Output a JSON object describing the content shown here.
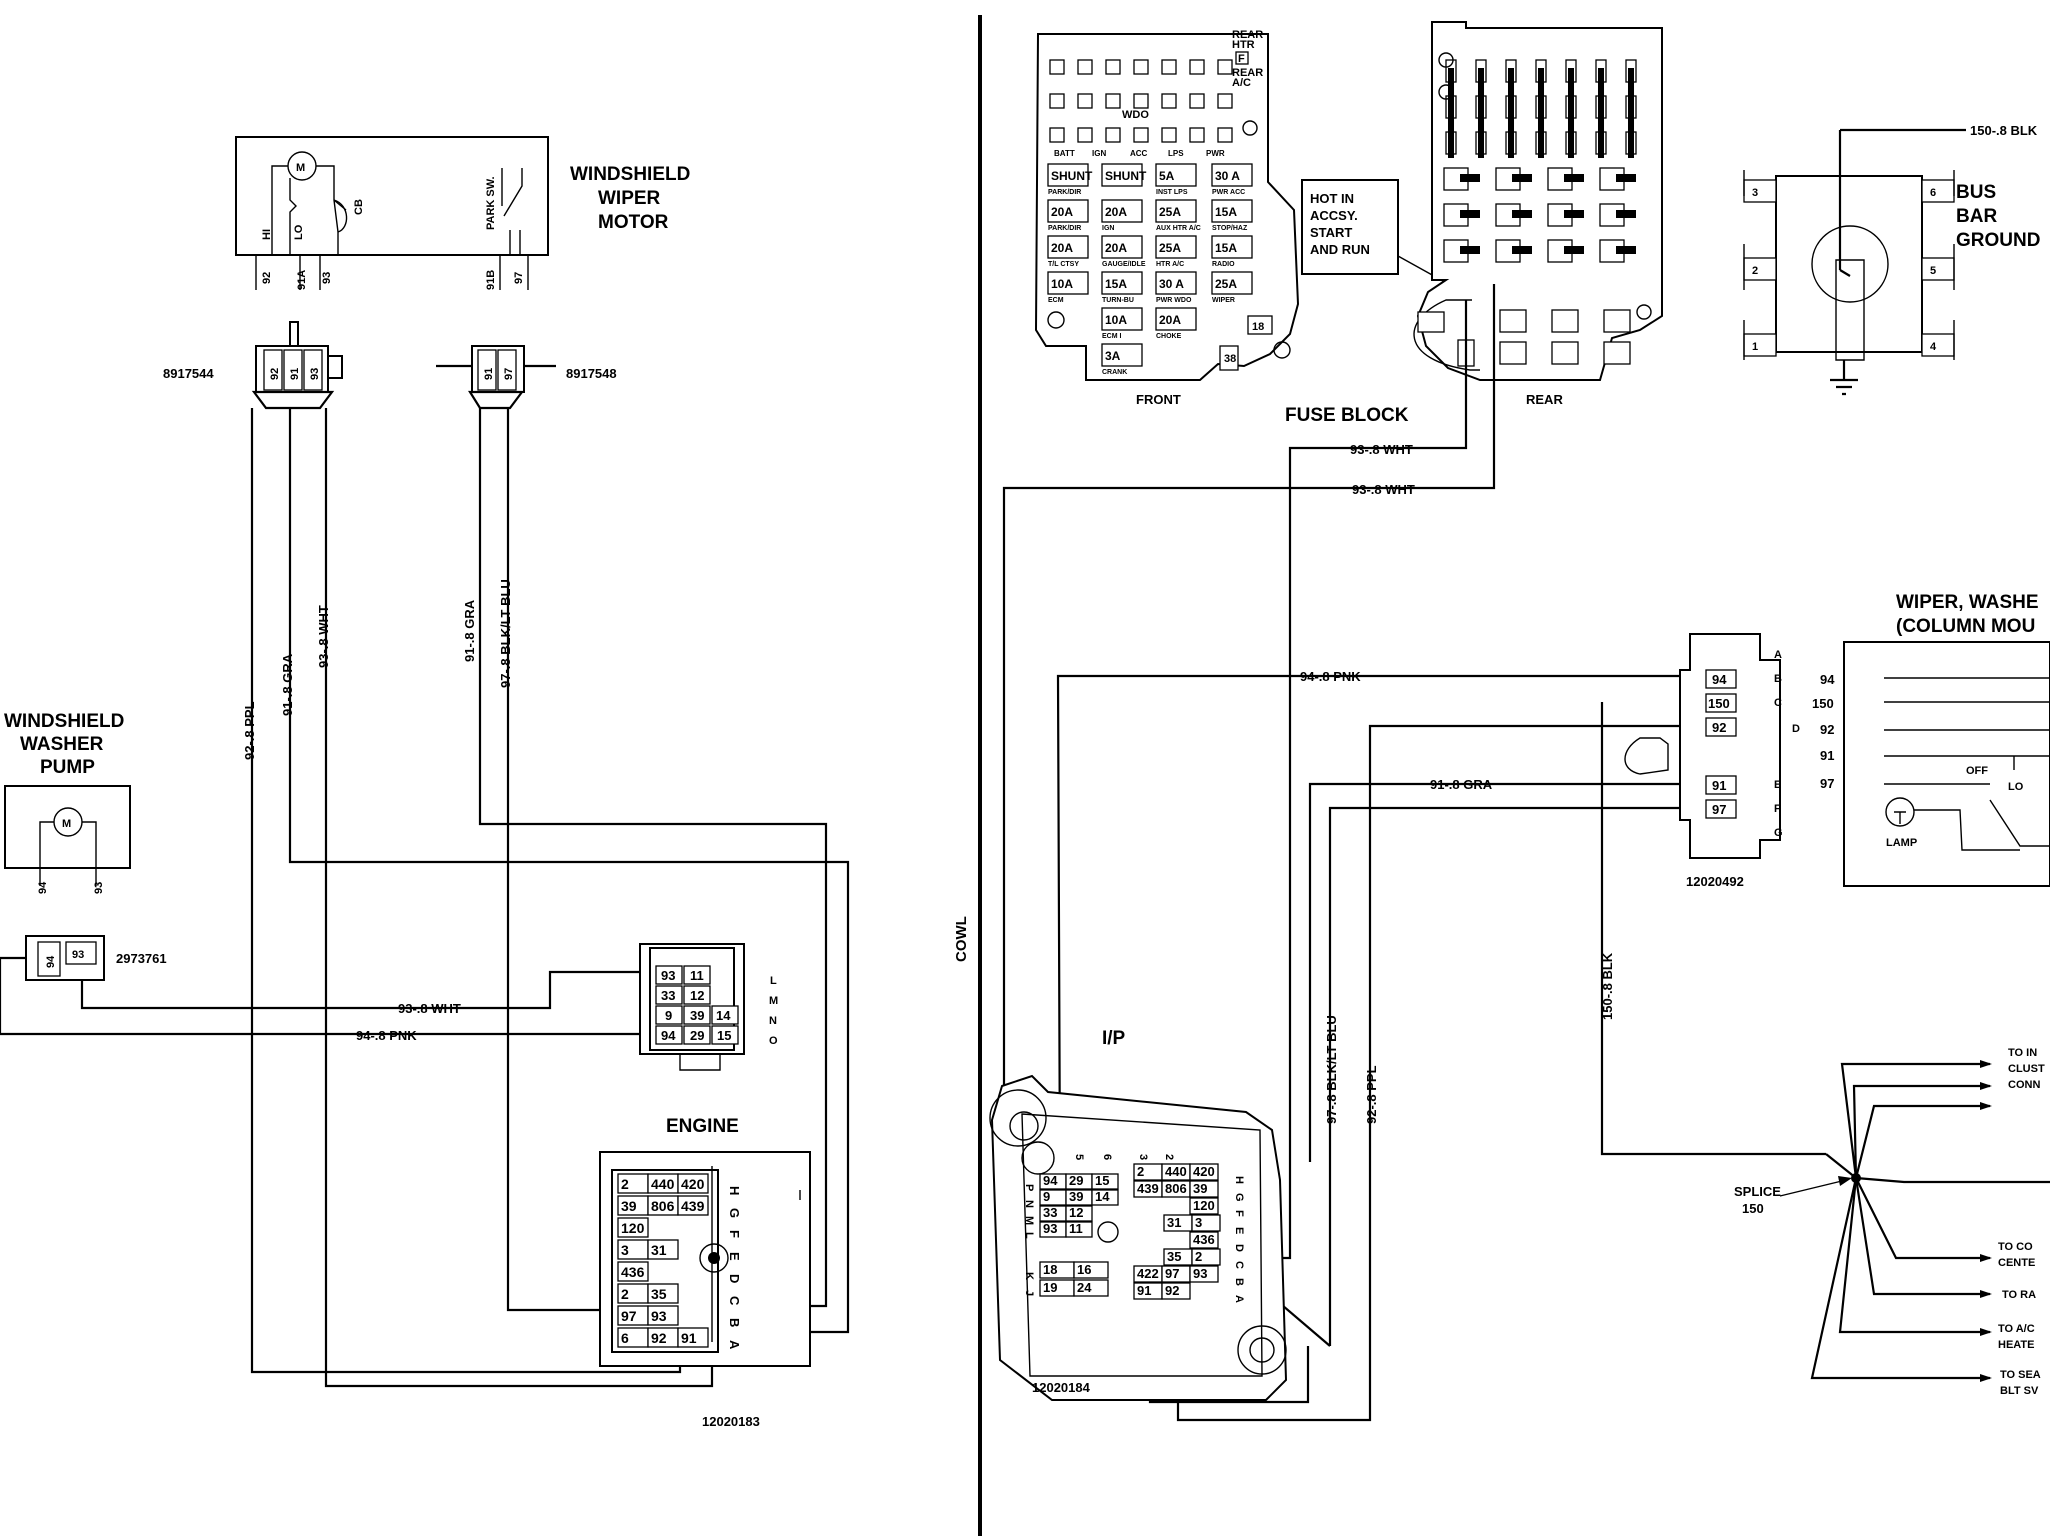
{
  "left": {
    "wiper_motor": {
      "title": [
        "WINDSHIELD",
        "WIPER",
        "MOTOR"
      ],
      "motor": "M",
      "cb": "CB",
      "hi": "HI",
      "lo": "LO",
      "park_sw": "PARK SW.",
      "pins": [
        "92",
        "91A",
        "93",
        "91B",
        "97"
      ]
    },
    "washer_pump": {
      "title": [
        "WINDSHIELD",
        "WASHER",
        "PUMP"
      ],
      "motor": "M",
      "pins": [
        "94",
        "93"
      ]
    },
    "connectors": {
      "c1": {
        "part": "8917544",
        "pins": [
          "92",
          "91",
          "93"
        ]
      },
      "c2": {
        "part": "8917548",
        "pins": [
          "91",
          "97"
        ]
      },
      "c3": {
        "part": "2973761",
        "pins": [
          "94",
          "93"
        ]
      }
    },
    "wires": {
      "w92": "92-.8 PPL",
      "w91": "91-.8 GRA",
      "w93": "93-.8 WHT",
      "w91b": "91-.8 GRA",
      "w97": "97-.8 BLK/LT BLU",
      "w93h": "93-.8 WHT",
      "w94h": "94-.8 PNK"
    },
    "small_connector": {
      "rows": [
        [
          "93",
          "11"
        ],
        [
          "33",
          "12"
        ],
        [
          "9",
          "39",
          "14"
        ],
        [
          "94",
          "29",
          "15"
        ]
      ],
      "letters": [
        "L",
        "M",
        "N",
        "O"
      ]
    },
    "engine": {
      "label": "ENGINE",
      "part": "12020183",
      "rows": [
        [
          "2",
          "440",
          "420"
        ],
        [
          "39",
          "806",
          "439"
        ],
        [
          "120"
        ],
        [
          "3",
          "31"
        ],
        [
          "436"
        ],
        [
          "2",
          "35"
        ],
        [
          "97",
          "93"
        ],
        [
          "6",
          "92",
          "91"
        ]
      ],
      "letters": [
        "H",
        "G",
        "F",
        "E",
        "D",
        "C",
        "B",
        "A"
      ]
    }
  },
  "divider": {
    "label": "COWL"
  },
  "right": {
    "fuse_block": {
      "label": "FUSE BLOCK",
      "front": "FRONT",
      "rear": "REAR",
      "top_right": [
        "REAR",
        "HTR",
        "F",
        "REAR",
        "A/C"
      ],
      "wdo": "WDO",
      "small_top_labels": [
        "BATT",
        "IGN",
        "ACC",
        "LPS",
        "PWR"
      ],
      "fuses": [
        {
          "v": "SHUNT",
          "lbl": "PARK/DIR"
        },
        {
          "v": "SHUNT",
          "lbl": ""
        },
        {
          "v": "5A",
          "lbl": "INST LPS"
        },
        {
          "v": "30 A",
          "lbl": "PWR ACC"
        },
        {
          "v": "20A",
          "lbl": "PARK/DIR"
        },
        {
          "v": "20A",
          "lbl": "IGN"
        },
        {
          "v": "25A",
          "lbl": "AUX HTR A/C"
        },
        {
          "v": "15A",
          "lbl": "STOP/HAZ"
        },
        {
          "v": "20A",
          "lbl": "T/L CTSY"
        },
        {
          "v": "20A",
          "lbl": "GAUGE/IDLE"
        },
        {
          "v": "25A",
          "lbl": "HTR A/C"
        },
        {
          "v": "15A",
          "lbl": "RADIO"
        },
        {
          "v": "10A",
          "lbl": "ECM"
        },
        {
          "v": "15A",
          "lbl": "TURN-BU"
        },
        {
          "v": "30 A",
          "lbl": "PWR WDO"
        },
        {
          "v": "25A",
          "lbl": "WIPER"
        },
        {
          "v": "10A",
          "lbl": "ECM I"
        },
        {
          "v": "20A",
          "lbl": "CHOKE"
        },
        {
          "v": "3A",
          "lbl": "CRANK"
        }
      ],
      "hot_note": [
        "HOT IN",
        "ACCSY.",
        "START",
        "AND RUN"
      ],
      "badge_18": "18",
      "badge_38": "38"
    },
    "bus_bar": {
      "title": [
        "BUS",
        "BAR",
        "GROUND"
      ],
      "wire": "150-.8 BLK",
      "pins": [
        "3",
        "6",
        "2",
        "5",
        "1",
        "4"
      ]
    },
    "wires": {
      "w93a": "93-.8 WHT",
      "w93b": "93-.8 WHT",
      "w94": "94-.8 PNK",
      "w91": "91-.8 GRA",
      "w150": "150-.8 BLK",
      "w97": "97-.8 BLK/LT BLU",
      "w92": "92-.8 PPL"
    },
    "switch": {
      "title": [
        "WIPER, WASHE",
        "(COLUMN MOU"
      ],
      "pins": [
        "94",
        "150",
        "92",
        "91",
        "97"
      ],
      "cells": [
        "94",
        "150",
        "92",
        "91",
        "97"
      ],
      "letters": [
        "A",
        "B",
        "C",
        "D",
        "E",
        "F",
        "G"
      ],
      "off": "OFF",
      "lo": "LO",
      "lamp": "LAMP",
      "part": "12020492"
    },
    "ip": {
      "label": "I/P",
      "part": "12020184",
      "left_block": [
        [
          "94",
          "29",
          "15"
        ],
        [
          "9",
          "39",
          "14"
        ],
        [
          "33",
          "12"
        ],
        [
          "93",
          "11"
        ]
      ],
      "left_letters": [
        "P",
        "N",
        "M",
        "L"
      ],
      "mid_block": [
        [
          "2",
          "440",
          "420"
        ],
        [
          "439",
          "806",
          "39"
        ],
        [
          "120"
        ],
        [
          "31",
          "3"
        ],
        [
          "436"
        ],
        [
          "35",
          "2"
        ],
        [
          "422",
          "97",
          "93"
        ],
        [
          "91",
          "92"
        ]
      ],
      "mid_letters": [
        "H",
        "G",
        "F",
        "E",
        "D",
        "C",
        "B",
        "A"
      ],
      "kj": [
        [
          "18",
          "16"
        ],
        [
          "19",
          "24"
        ]
      ],
      "kj_letters": [
        "K",
        "J"
      ],
      "top_nums": [
        "5",
        "6",
        "3",
        "2"
      ]
    },
    "splice": {
      "label": [
        "SPLICE",
        "150"
      ],
      "targets": [
        [
          "TO IN",
          "CLUST",
          "CONN"
        ],
        [
          "TO CO",
          "CENTE"
        ],
        [
          "TO RA"
        ],
        [
          "TO A/C",
          "HEATE"
        ],
        [
          "TO SEA",
          "BLT SV"
        ]
      ]
    }
  }
}
